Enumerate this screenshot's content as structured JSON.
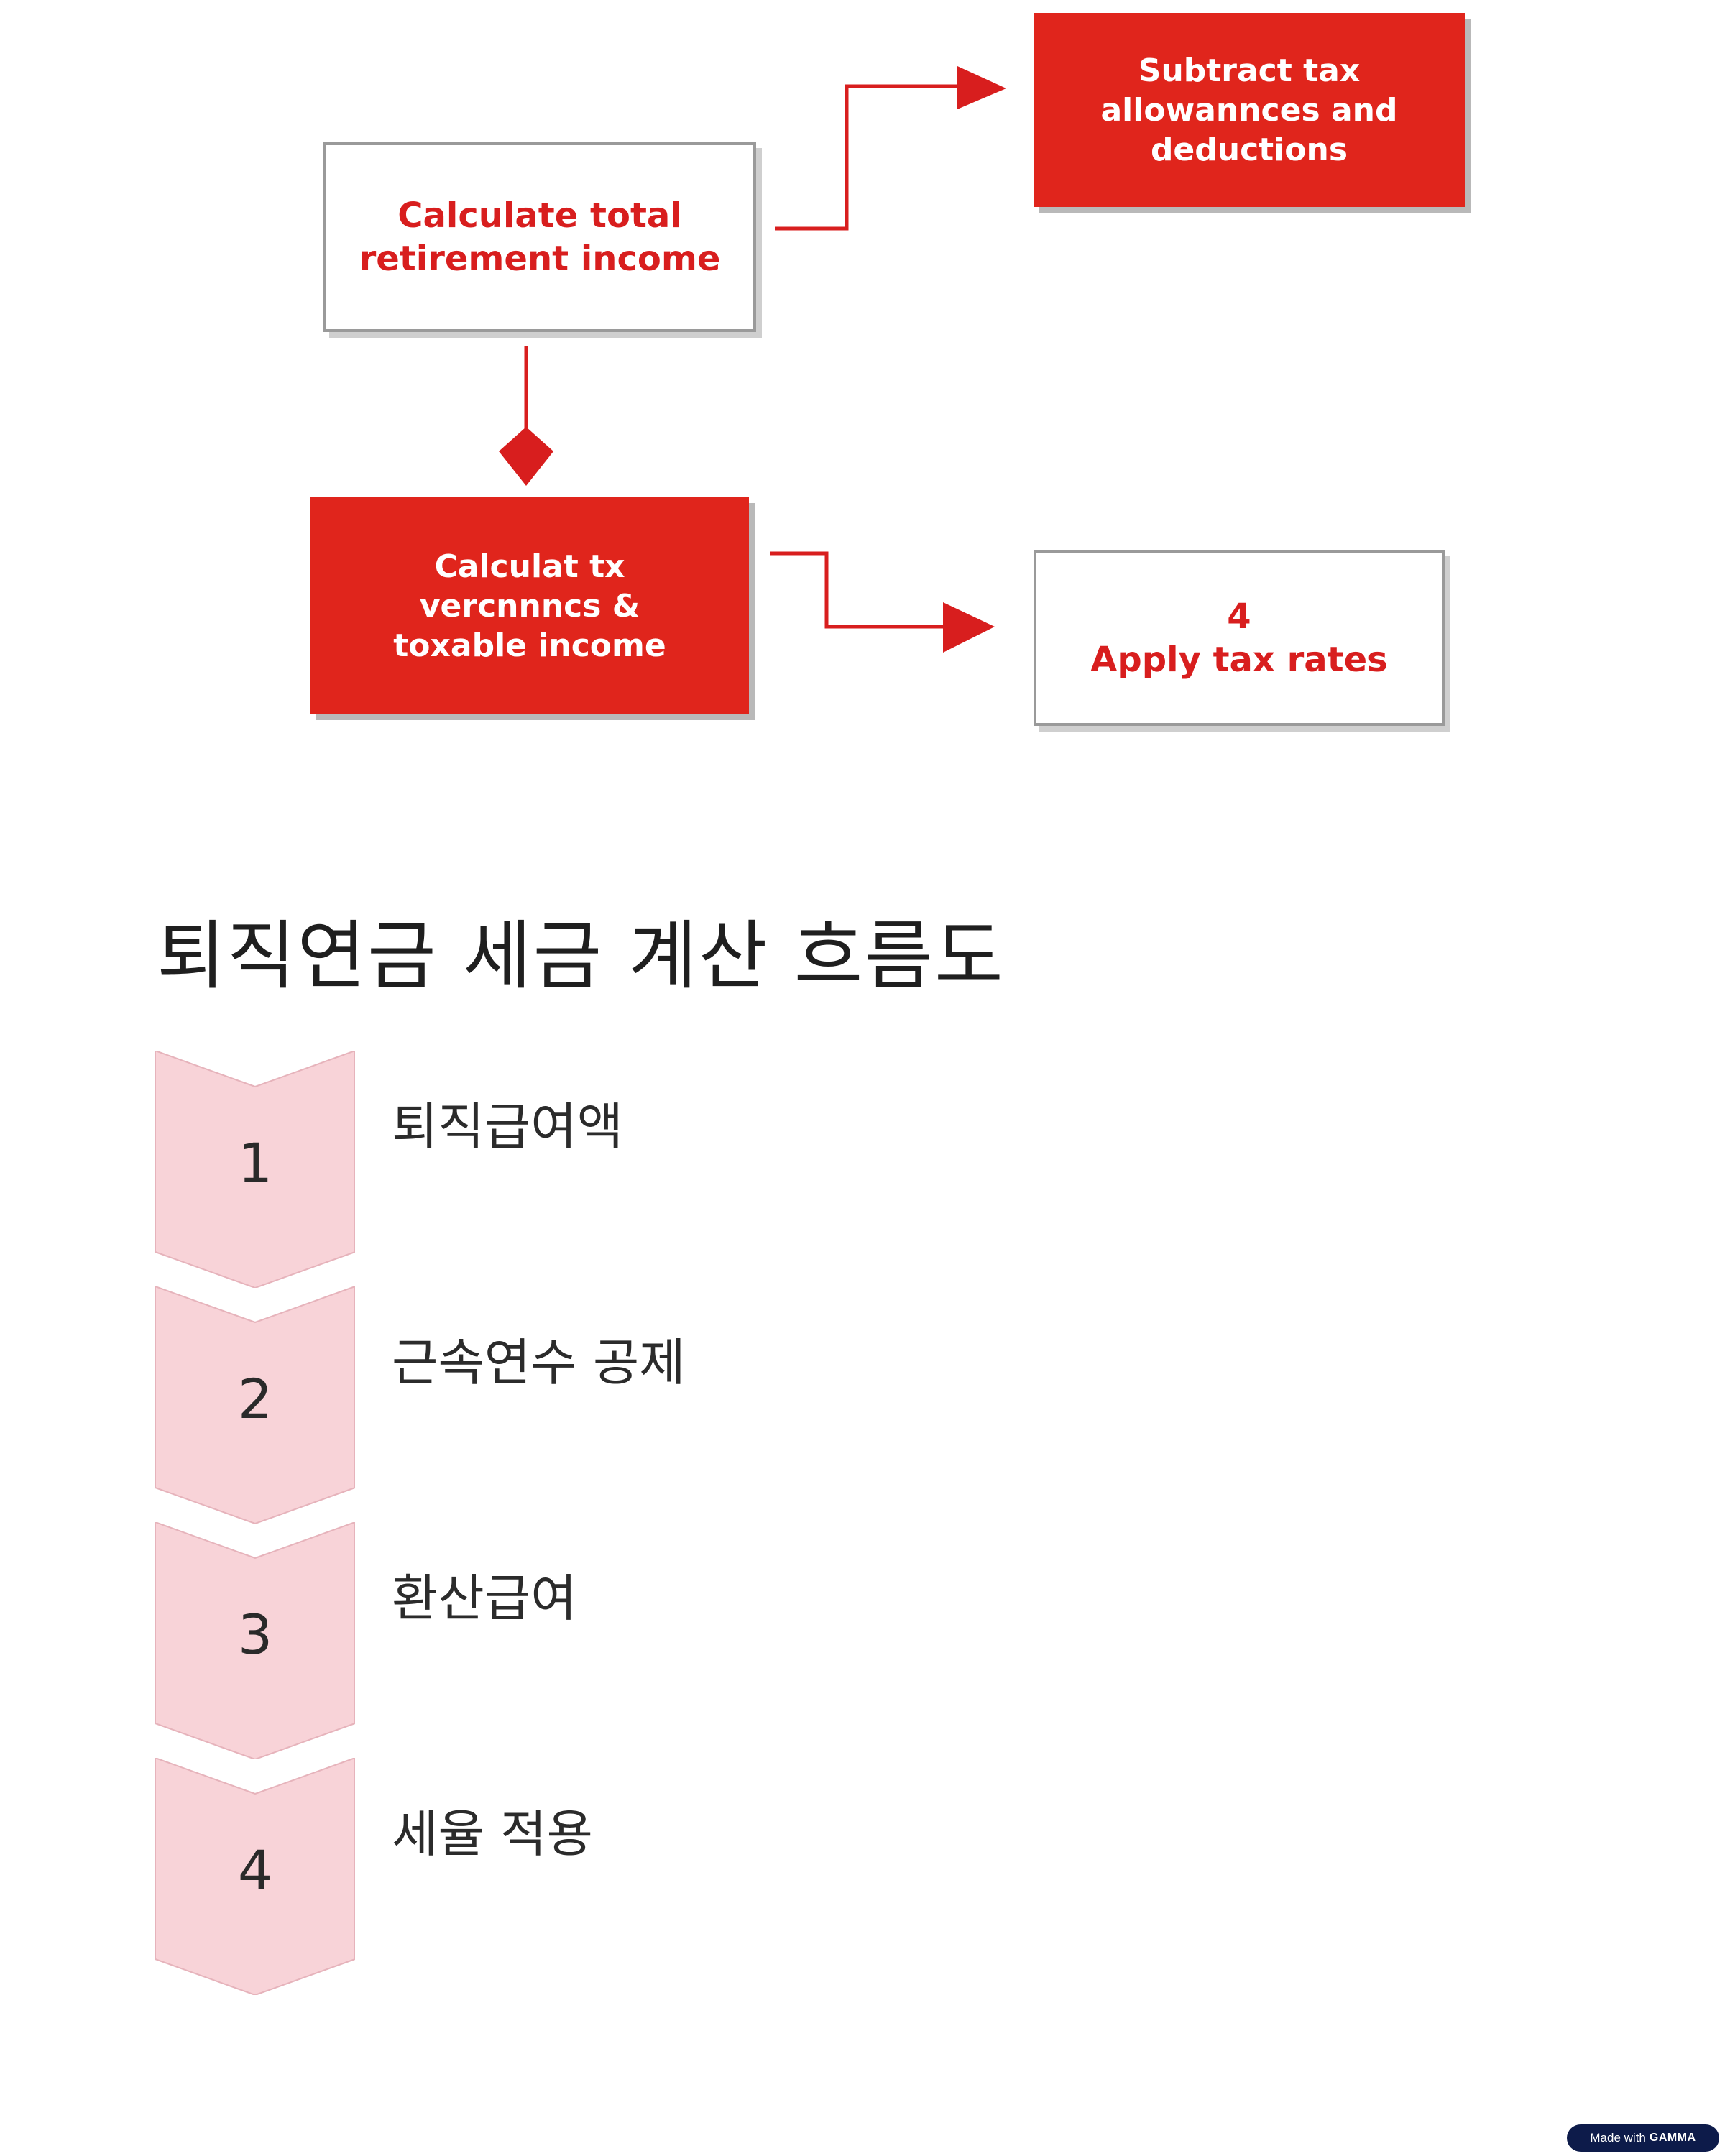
{
  "flowchart": {
    "box_calc_total": {
      "line1": "Calculate total",
      "line2": "retirement income"
    },
    "box_subtract": {
      "line1": "Subtract tax",
      "line2": "allowannces and",
      "line3": "deductions"
    },
    "box_calc_tax": {
      "line1": "Calculat tx",
      "line2": "vercnnncs &",
      "line3": "toxable income"
    },
    "box_apply": {
      "number": "4",
      "label": "Apply tax rates"
    }
  },
  "title": "퇴직연금 세금 계산 흐름도",
  "steps": [
    {
      "number": "1",
      "label": "퇴직급여액"
    },
    {
      "number": "2",
      "label": "근속연수 공제"
    },
    {
      "number": "3",
      "label": "환산급여"
    },
    {
      "number": "4",
      "label": "세율 적용"
    }
  ],
  "badge": {
    "prefix": "Made with",
    "brand": "GAMMA"
  },
  "colors": {
    "accent_red": "#e0251c",
    "chevron_fill": "#f8d3d8",
    "badge_bg": "#0d1b4a"
  }
}
